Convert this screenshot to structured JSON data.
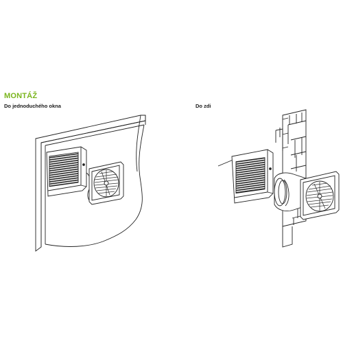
{
  "section_title": "MONTÁŽ",
  "captions": {
    "window": "Do jednoduchého okna",
    "wall": "Do zdi"
  },
  "colors": {
    "accent": "#7ab51d",
    "line": "#222222",
    "grille": "#333333"
  }
}
